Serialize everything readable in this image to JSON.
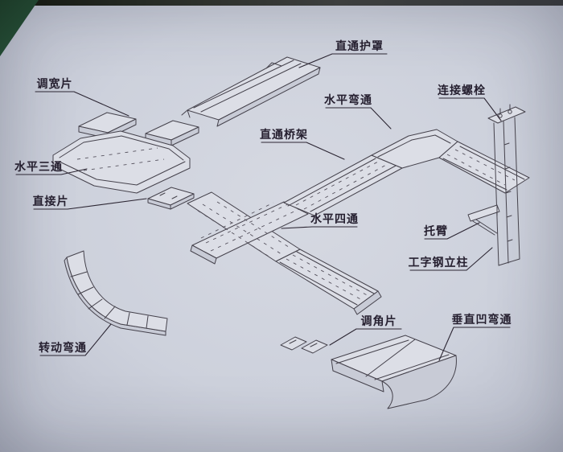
{
  "figure": {
    "type": "isometric-exploded-diagram",
    "subject": "cable-tray-assembly"
  },
  "colors": {
    "paper_background": "#cdd1dc",
    "line": "#45424c",
    "label_text": "#262030",
    "top_edge": "#13160f",
    "corner_green": "#1c3a28"
  },
  "labels": [
    {
      "id": "straight-cover",
      "text": "直通护罩"
    },
    {
      "id": "width-adjust-piece",
      "text": "调宽片"
    },
    {
      "id": "horizontal-bend",
      "text": "水平弯通"
    },
    {
      "id": "connecting-bolt",
      "text": "连接螺栓"
    },
    {
      "id": "straight-tray",
      "text": "直通桥架"
    },
    {
      "id": "horizontal-tee",
      "text": "水平三通"
    },
    {
      "id": "direct-piece",
      "text": "直接片"
    },
    {
      "id": "horizontal-cross",
      "text": "水平四通"
    },
    {
      "id": "support-arm",
      "text": "托臂"
    },
    {
      "id": "i-beam-column",
      "text": "工字钢立柱"
    },
    {
      "id": "angle-adjust-piece",
      "text": "调角片"
    },
    {
      "id": "vertical-concave-bend",
      "text": "垂直凹弯通"
    },
    {
      "id": "rotating-bend",
      "text": "转动弯通"
    }
  ]
}
